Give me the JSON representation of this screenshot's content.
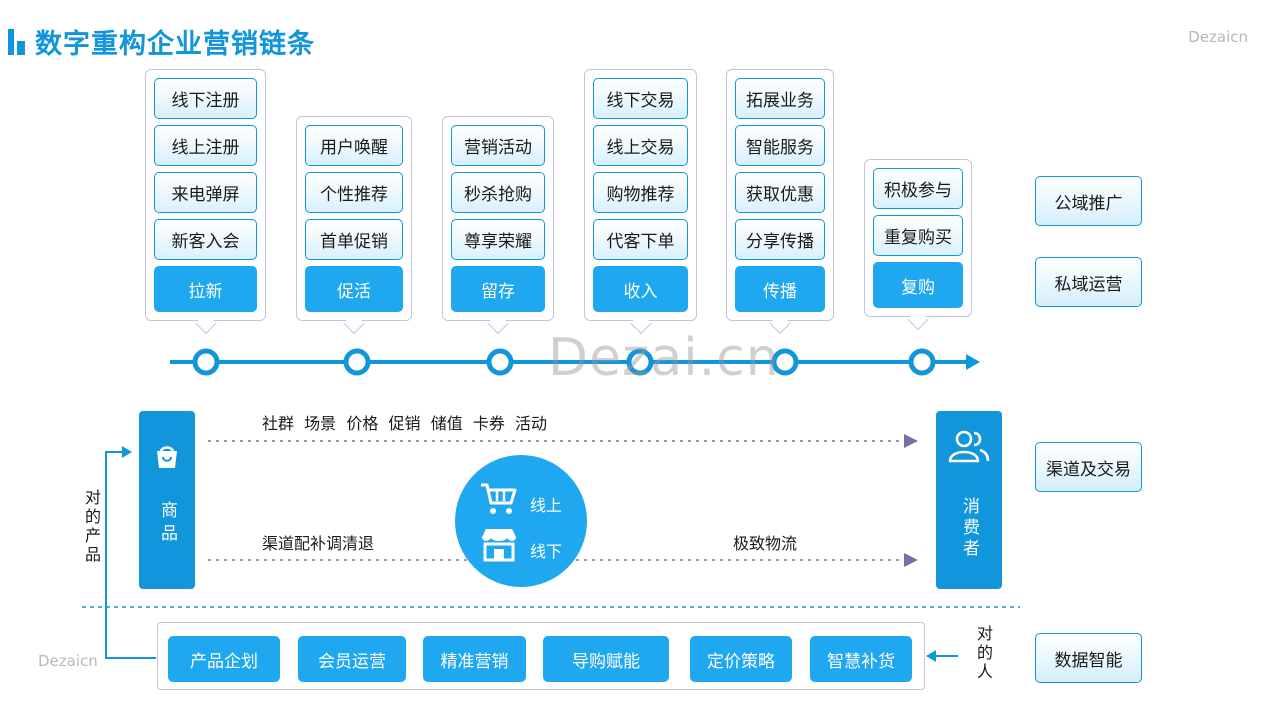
{
  "header": {
    "title": "数字重构企业营销链条",
    "brand": "Dezaicn",
    "watermark_center": "Dezai.cn",
    "watermark_corner": "Dezaicn"
  },
  "stages": [
    {
      "head": "拉新",
      "items": [
        "线下注册",
        "线上注册",
        "来电弹屏",
        "新客入会"
      ]
    },
    {
      "head": "促活",
      "items": [
        "用户唤醒",
        "个性推荐",
        "首单促销"
      ]
    },
    {
      "head": "留存",
      "items": [
        "营销活动",
        "秒杀抢购",
        "尊享荣耀"
      ]
    },
    {
      "head": "收入",
      "items": [
        "线下交易",
        "线上交易",
        "购物推荐",
        "代客下单"
      ]
    },
    {
      "head": "传播",
      "items": [
        "拓展业务",
        "智能服务",
        "获取优惠",
        "分享传播"
      ]
    },
    {
      "head": "复购",
      "items": [
        "积极参与",
        "重复购买"
      ]
    }
  ],
  "right_labels": [
    "公域推广",
    "私域运营",
    "渠道及交易",
    "数据智能"
  ],
  "channel": {
    "goods": "商品",
    "consumer": "消费者",
    "top_flow": "社群  场景  价格  促销  储值  卡券  活动",
    "bottom_flow_left": "渠道配补调清退",
    "bottom_flow_right": "极致物流",
    "hub_online": "线上",
    "hub_offline": "线下",
    "for_product": "对的产品",
    "for_people": "对的人"
  },
  "data_tools": [
    "产品企划",
    "会员运营",
    "精准营销",
    "导购赋能",
    "定价策略",
    "智慧补货"
  ],
  "colors": {
    "primary": "#1296db",
    "accent": "#1fa7f0",
    "card_border": "#c6c2e2",
    "arrow": "#7b6fa8"
  },
  "icons": {
    "goods": "shopping-bag-icon",
    "consumer": "users-icon",
    "online": "cart-icon",
    "offline": "store-icon"
  }
}
